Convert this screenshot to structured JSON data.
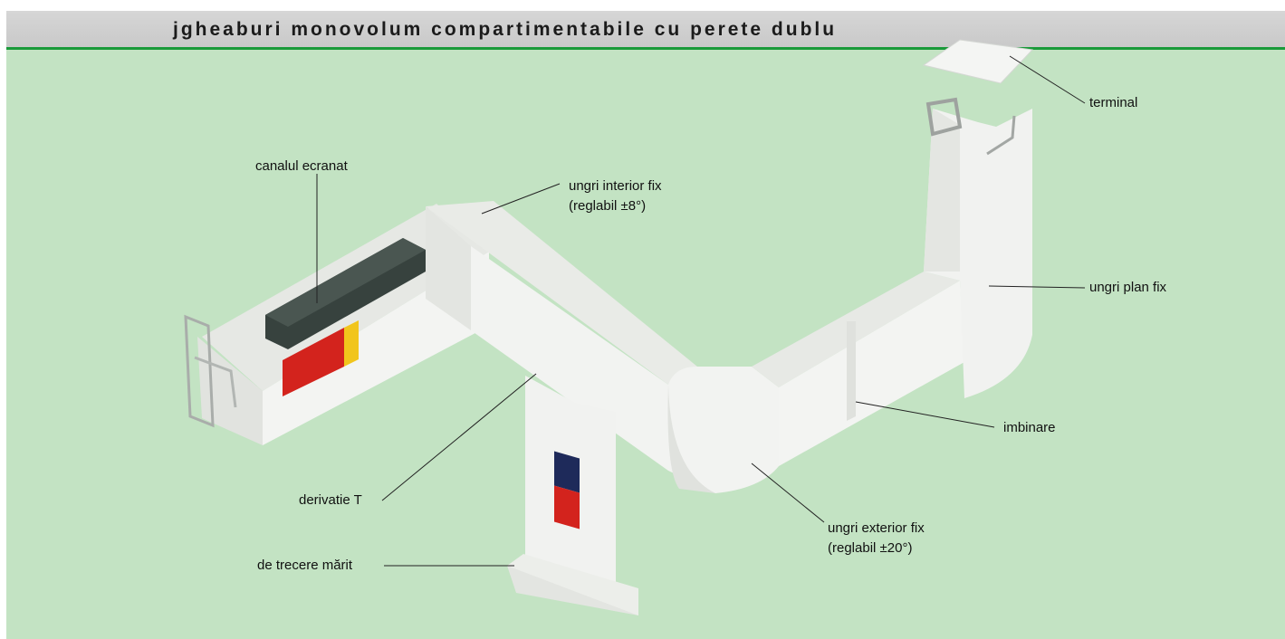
{
  "title": "jgheaburi monovolum compartimentabile cu perete dublu",
  "colors": {
    "panel_background": "#c3e3c3",
    "title_bar": "#cfcfcf",
    "title_rule": "#1a9a3a",
    "trunking_face": "#f3f4f2",
    "shielded_channel": "#37423e",
    "marker_red": "#d3231d",
    "marker_yellow": "#f1c51c",
    "marker_navy": "#1e2a5a"
  },
  "labels": {
    "terminal": "terminal",
    "canalul_ecranat": "canalul ecranat",
    "ungri_interior_line1": "ungri interior fix",
    "ungri_interior_line2": "(reglabil ±8°)",
    "ungri_plan": "ungri plan fix",
    "imbinare": "imbinare",
    "derivatie_t": "derivatie T",
    "ungri_exterior_line1": "ungri exterior fix",
    "ungri_exterior_line2": "(reglabil ±20°)",
    "de_trecere": "de trecere mărit"
  }
}
